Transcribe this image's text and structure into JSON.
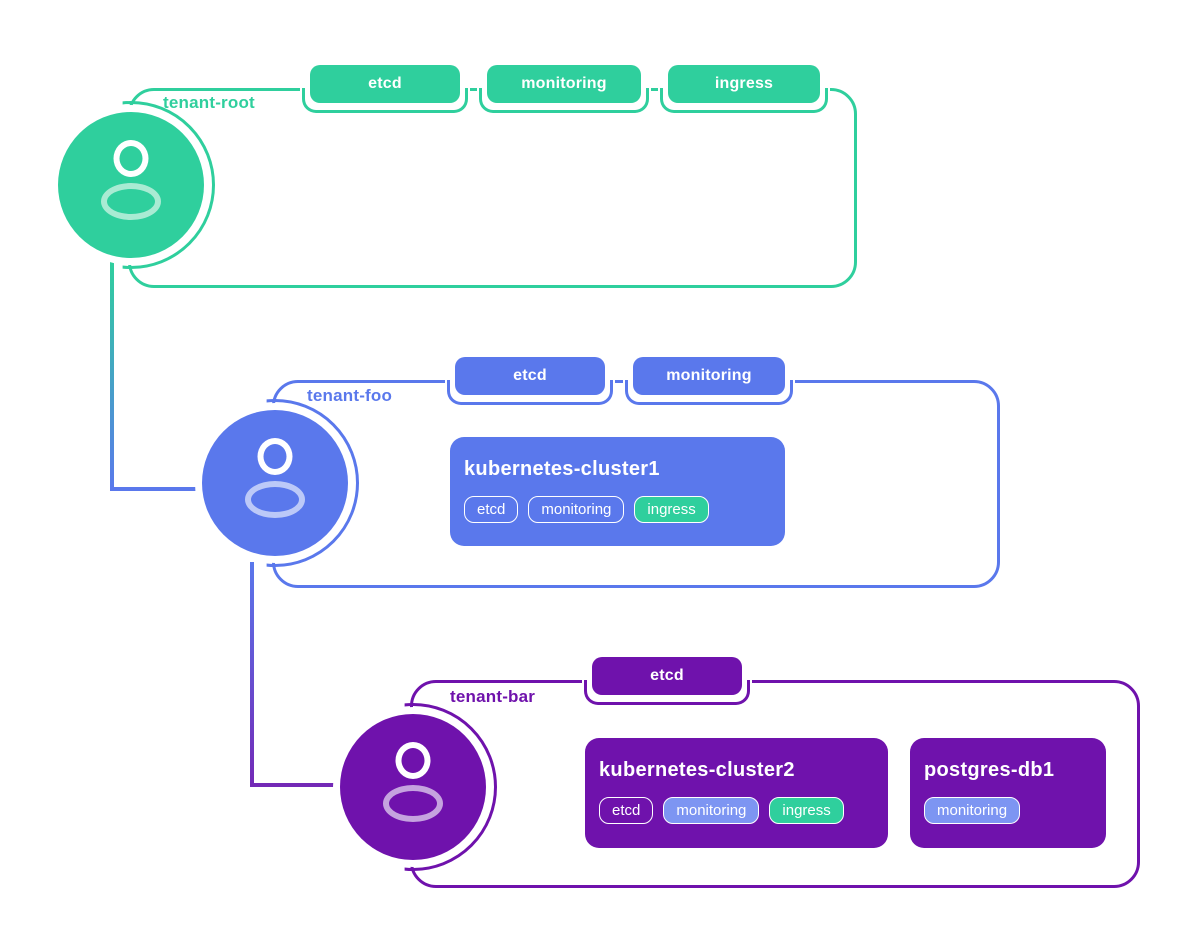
{
  "canvas": {
    "background": "#FFFFFF"
  },
  "colors": {
    "tenant_root_green": "#2FCF9D",
    "tenant_foo_blue": "#5A78EC",
    "tenant_bar_purple": "#6F12AC",
    "inherited_monitoring_pill_blue": "#7D95F2",
    "inherited_ingress_pill_green": "#2FCF9D",
    "avatar_torso_tint_green": "#A9EBD3",
    "avatar_torso_tint_blue": "#BCC9F8",
    "avatar_torso_tint_purple": "#C5A3DF",
    "text_on_fill": "#FFFFFF"
  },
  "tenants": [
    {
      "label": "tenant-root",
      "theme_color": "#2FCF9D",
      "avatar_icon": "user-icon",
      "namespace_tags": [
        "etcd",
        "monitoring",
        "ingress"
      ],
      "resources": []
    },
    {
      "label": "tenant-foo",
      "theme_color": "#5A78EC",
      "avatar_icon": "user-icon",
      "namespace_tags": [
        "etcd",
        "monitoring"
      ],
      "resources": [
        {
          "name": "kubernetes-cluster1",
          "tags": [
            {
              "label": "etcd",
              "variant": "outline"
            },
            {
              "label": "monitoring",
              "variant": "outline"
            },
            {
              "label": "ingress",
              "variant": "green-filled"
            }
          ]
        }
      ]
    },
    {
      "label": "tenant-bar",
      "theme_color": "#6F12AC",
      "avatar_icon": "user-icon",
      "namespace_tags": [
        "etcd"
      ],
      "resources": [
        {
          "name": "kubernetes-cluster2",
          "tags": [
            {
              "label": "etcd",
              "variant": "outline"
            },
            {
              "label": "monitoring",
              "variant": "blue-filled"
            },
            {
              "label": "ingress",
              "variant": "green-filled"
            }
          ]
        },
        {
          "name": "postgres-db1",
          "tags": [
            {
              "label": "monitoring",
              "variant": "blue-filled"
            }
          ]
        }
      ]
    }
  ],
  "connections": [
    {
      "from": "tenant-root",
      "to": "tenant-foo"
    },
    {
      "from": "tenant-foo",
      "to": "tenant-bar"
    }
  ]
}
